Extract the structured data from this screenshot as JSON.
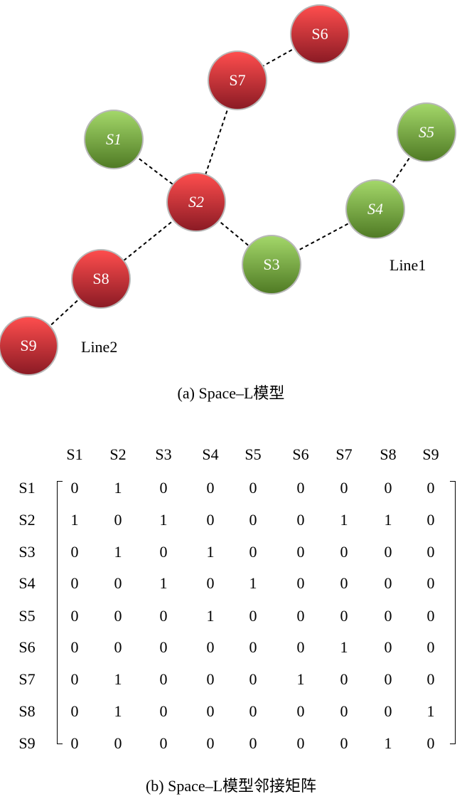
{
  "network": {
    "nodes": [
      {
        "id": "S1",
        "label": "S1",
        "group": "green",
        "italic": true
      },
      {
        "id": "S2",
        "label": "S2",
        "group": "red",
        "italic": true
      },
      {
        "id": "S3",
        "label": "S3",
        "group": "green",
        "italic": false
      },
      {
        "id": "S4",
        "label": "S4",
        "group": "green",
        "italic": true
      },
      {
        "id": "S5",
        "label": "S5",
        "group": "green",
        "italic": true
      },
      {
        "id": "S6",
        "label": "S6",
        "group": "red",
        "italic": false
      },
      {
        "id": "S7",
        "label": "S7",
        "group": "red",
        "italic": false
      },
      {
        "id": "S8",
        "label": "S8",
        "group": "red",
        "italic": false
      },
      {
        "id": "S9",
        "label": "S9",
        "group": "red",
        "italic": false
      }
    ],
    "edges": [
      [
        "S1",
        "S2"
      ],
      [
        "S2",
        "S3"
      ],
      [
        "S3",
        "S4"
      ],
      [
        "S4",
        "S5"
      ],
      [
        "S6",
        "S7"
      ],
      [
        "S7",
        "S2"
      ],
      [
        "S2",
        "S8"
      ],
      [
        "S8",
        "S9"
      ]
    ],
    "line_labels": {
      "line1": "Line1",
      "line2": "Line2"
    },
    "colors": {
      "green_light": "#a4d86a",
      "green_dark": "#4f7a24",
      "red_light": "#ff4e4e",
      "red_dark": "#8a1a24",
      "node_stroke": "#b8b8b8",
      "edge": "#000000"
    }
  },
  "captions": {
    "a": "(a) Space–L模型",
    "b": "(b) Space–L模型邻接矩阵"
  },
  "matrix": {
    "labels": [
      "S1",
      "S2",
      "S3",
      "S4",
      "S5",
      "S6",
      "S7",
      "S8",
      "S9"
    ],
    "rows": [
      [
        "0",
        "1",
        "0",
        "0",
        "0",
        "0",
        "0",
        "0",
        "0"
      ],
      [
        "1",
        "0",
        "1",
        "0",
        "0",
        "0",
        "1",
        "1",
        "0"
      ],
      [
        "0",
        "1",
        "0",
        "1",
        "0",
        "0",
        "0",
        "0",
        "0"
      ],
      [
        "0",
        "0",
        "1",
        "0",
        "1",
        "0",
        "0",
        "0",
        "0"
      ],
      [
        "0",
        "0",
        "0",
        "1",
        "0",
        "0",
        "0",
        "0",
        "0"
      ],
      [
        "0",
        "0",
        "0",
        "0",
        "0",
        "0",
        "1",
        "0",
        "0"
      ],
      [
        "0",
        "1",
        "0",
        "0",
        "0",
        "1",
        "0",
        "0",
        "0"
      ],
      [
        "0",
        "1",
        "0",
        "0",
        "0",
        "0",
        "0",
        "0",
        "1"
      ],
      [
        "0",
        "0",
        "0",
        "0",
        "0",
        "0",
        "0",
        "1",
        "0"
      ]
    ]
  }
}
